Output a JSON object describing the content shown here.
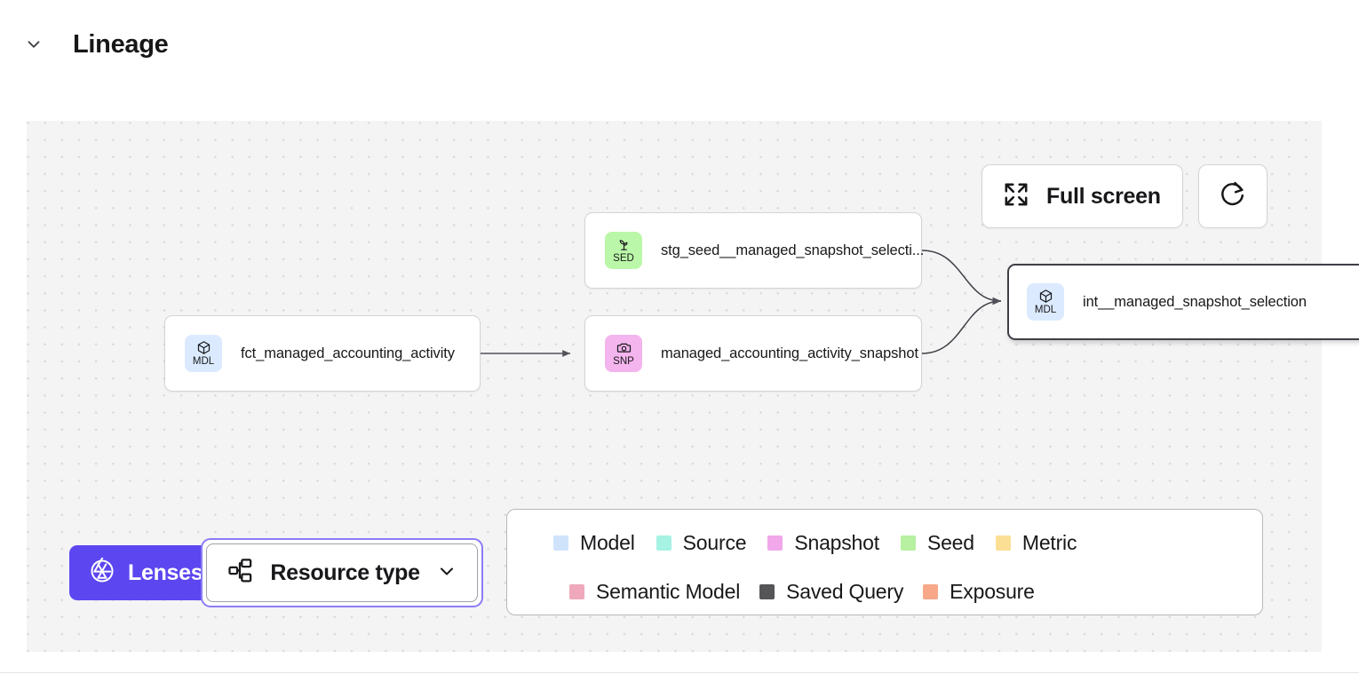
{
  "section": {
    "title": "Lineage",
    "collapse_icon": "chevron-down-icon",
    "expanded": true
  },
  "toolbar": {
    "fullscreen_label": "Full screen",
    "fullscreen_icon": "expand-arrows-icon",
    "refresh_icon": "refresh-icon"
  },
  "graph": {
    "nodes": [
      {
        "id": "fct_managed_accounting_activity",
        "label": "fct_managed_accounting_activity",
        "type": "model",
        "badge_code": "MDL",
        "badge_icon": "cube-icon",
        "badge_color": "#dbeafe",
        "selected": false
      },
      {
        "id": "stg_seed__managed_snapshot_selection",
        "label": "stg_seed__managed_snapshot_selecti...",
        "type": "seed",
        "badge_code": "SED",
        "badge_icon": "sprout-icon",
        "badge_color": "#bbf7a8",
        "selected": false
      },
      {
        "id": "managed_accounting_activity_snapshot",
        "label": "managed_accounting_activity_snapshot",
        "type": "snapshot",
        "badge_code": "SNP",
        "badge_icon": "camera-icon",
        "badge_color": "#f4b4ed",
        "selected": false
      },
      {
        "id": "int__managed_snapshot_selection",
        "label": "int__managed_snapshot_selection",
        "type": "model",
        "badge_code": "MDL",
        "badge_icon": "cube-icon",
        "badge_color": "#dbeafe",
        "selected": true
      }
    ],
    "edges": [
      {
        "from": "fct_managed_accounting_activity",
        "to": "managed_accounting_activity_snapshot"
      },
      {
        "from": "stg_seed__managed_snapshot_selection",
        "to": "int__managed_snapshot_selection"
      },
      {
        "from": "managed_accounting_activity_snapshot",
        "to": "int__managed_snapshot_selection"
      }
    ]
  },
  "lenses": {
    "button_label": "Lenses",
    "button_icon": "aperture-icon",
    "button_color": "#5B46F0",
    "selector_label": "Resource type",
    "selector_icon": "hierarchy-icon",
    "selector_chevron": "chevron-down-icon",
    "focused": true
  },
  "legend": {
    "row1": [
      {
        "label": "Model",
        "color": "#cfe3fb"
      },
      {
        "label": "Source",
        "color": "#a6f2e3"
      },
      {
        "label": "Snapshot",
        "color": "#f1a7ea"
      },
      {
        "label": "Seed",
        "color": "#b6f0a0"
      },
      {
        "label": "Metric",
        "color": "#fbdf95"
      }
    ],
    "row2": [
      {
        "label": "Semantic Model",
        "color": "#f0a8bc"
      },
      {
        "label": "Saved Query",
        "color": "#555558"
      },
      {
        "label": "Exposure",
        "color": "#f6a889"
      }
    ]
  }
}
